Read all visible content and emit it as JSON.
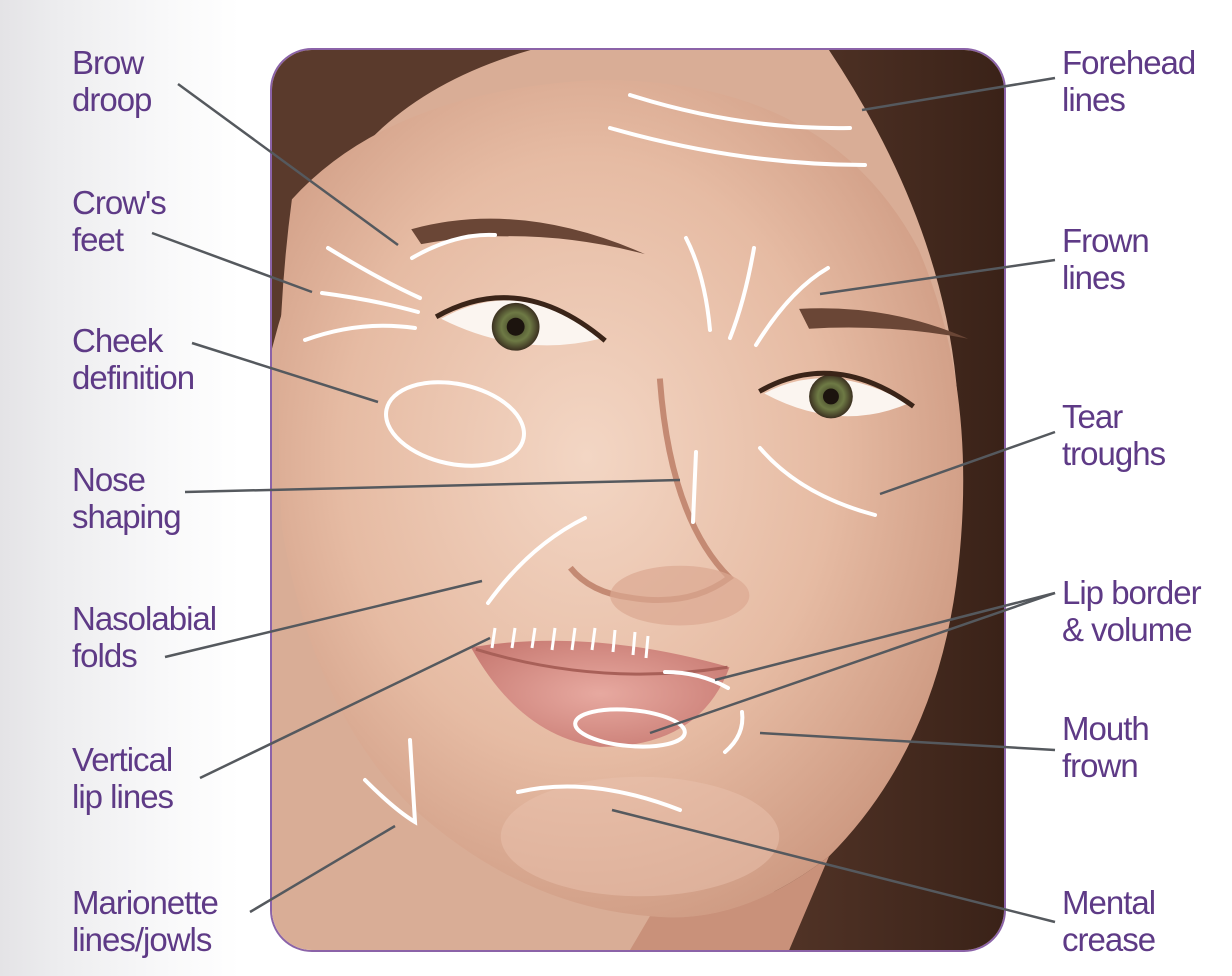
{
  "colors": {
    "label_text": "#5e3a86",
    "frame_border": "#8b63a8",
    "leader_line": "#55595e",
    "marking": "#ffffff"
  },
  "photo": {
    "subject": "woman-face-portrait"
  },
  "labels": {
    "brow_droop": {
      "line1": "Brow",
      "line2": "droop"
    },
    "crows_feet": {
      "line1": "Crow's",
      "line2": "feet"
    },
    "cheek_definition": {
      "line1": "Cheek",
      "line2": "definition"
    },
    "nose_shaping": {
      "line1": "Nose",
      "line2": "shaping"
    },
    "nasolabial_folds": {
      "line1": "Nasolabial",
      "line2": "folds"
    },
    "vertical_lip_lines": {
      "line1": "Vertical",
      "line2": "lip lines"
    },
    "marionette_lines": {
      "line1": "Marionette",
      "line2": "lines/jowls"
    },
    "forehead_lines": {
      "line1": "Forehead",
      "line2": "lines"
    },
    "frown_lines": {
      "line1": "Frown",
      "line2": "lines"
    },
    "tear_troughs": {
      "line1": "Tear",
      "line2": "troughs"
    },
    "lip_border": {
      "line1": "Lip border",
      "line2": "& volume"
    },
    "mouth_frown": {
      "line1": "Mouth",
      "line2": "frown"
    },
    "mental_crease": {
      "line1": "Mental",
      "line2": "crease"
    }
  }
}
